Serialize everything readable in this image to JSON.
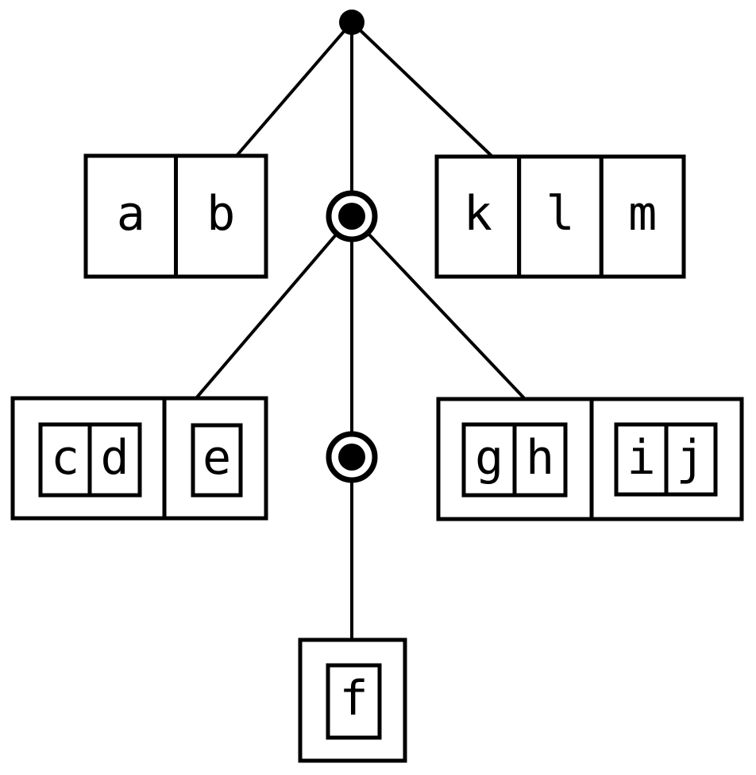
{
  "diagram": {
    "type": "tree",
    "background": "#ffffff",
    "stroke": "#000000",
    "nodes": {
      "root": {
        "symbol": "filled-dot"
      },
      "mid": {
        "symbol": "circled-dot"
      },
      "lower": {
        "symbol": "circled-dot"
      }
    },
    "leaves": {
      "ab": [
        "a",
        "b"
      ],
      "klm": [
        "k",
        "l",
        "m"
      ],
      "cde": {
        "cd": [
          "c",
          "d"
        ],
        "e": [
          "e"
        ]
      },
      "ghij": {
        "gh": [
          "g",
          "h"
        ],
        "ij": [
          "i",
          "j"
        ]
      },
      "f": [
        "f"
      ]
    }
  }
}
